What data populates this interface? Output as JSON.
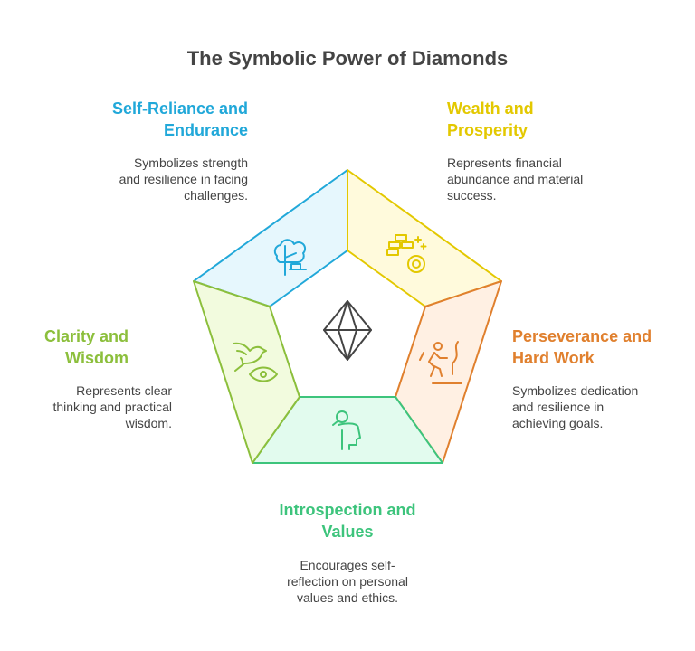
{
  "title": "The Symbolic Power of Diamonds",
  "colors": {
    "blue": "#21a8d9",
    "yellow": "#e3c800",
    "orange": "#e0802e",
    "green": "#3dc47c",
    "lime": "#8cbf3c"
  },
  "sections": [
    {
      "heading": "Self-Reliance and Endurance",
      "heading_lines": [
        "Self-Reliance and",
        "Endurance"
      ],
      "desc_lines": [
        "Symbolizes strength",
        "and resilience in facing",
        "challenges."
      ],
      "icon": "tree-icon"
    },
    {
      "heading": "Wealth and Prosperity",
      "heading_lines": [
        "Wealth and",
        "Prosperity"
      ],
      "desc_lines": [
        "Represents financial",
        "abundance and material",
        "success."
      ],
      "icon": "gold-coins-icon"
    },
    {
      "heading": "Perseverance and Hard Work",
      "heading_lines": [
        "Perseverance and",
        "Hard Work"
      ],
      "desc_lines": [
        "Symbolizes dedication",
        "and resilience in",
        "achieving goals."
      ],
      "icon": "climber-icon"
    },
    {
      "heading": "Introspection and Values",
      "heading_lines": [
        "Introspection and",
        "Values"
      ],
      "desc_lines": [
        "Encourages self-",
        "reflection on personal",
        "values and ethics."
      ],
      "icon": "head-search-icon"
    },
    {
      "heading": "Clarity and Wisdom",
      "heading_lines": [
        "Clarity and",
        "Wisdom"
      ],
      "desc_lines": [
        "Represents clear",
        "thinking and practical",
        "wisdom."
      ],
      "icon": "dove-eye-icon"
    }
  ]
}
